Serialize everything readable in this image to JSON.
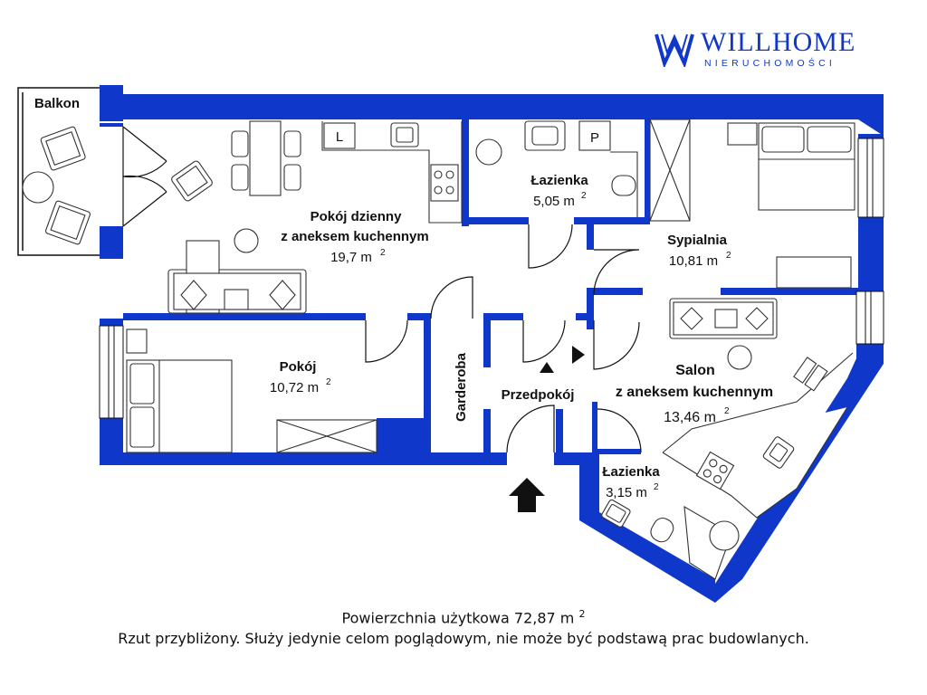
{
  "brand": {
    "name": "WILLHOME",
    "subtitle": "NIERUCHOMOŚCI",
    "color": "#0f37c9"
  },
  "rooms": {
    "balkon": {
      "name": "Balkon"
    },
    "pokoj_dzienny": {
      "name_line1": "Pokój dzienny",
      "name_line2": "z aneksem kuchennym",
      "area": "19,7 m",
      "unit_exp": "2"
    },
    "lazienka1": {
      "name": "Łazienka",
      "area": "5,05 m",
      "unit_exp": "2"
    },
    "sypialnia": {
      "name": "Sypialnia",
      "area": "10,81 m",
      "unit_exp": "2"
    },
    "pokoj": {
      "name": "Pokój",
      "area": "10,72 m",
      "unit_exp": "2"
    },
    "garderoba": {
      "name": "Garderoba"
    },
    "przedpokoj": {
      "name": "Przedpokój"
    },
    "salon": {
      "name_line1": "Salon",
      "name_line2": "z aneksem kuchennym",
      "area": "13,46 m",
      "unit_exp": "2"
    },
    "lazienka2": {
      "name": "Łazienka",
      "area": "3,15 m",
      "unit_exp": "2"
    }
  },
  "markers": {
    "l_label": "L",
    "p_label": "P"
  },
  "footer": {
    "total_label": "Powierzchnia użytkowa  72,87 m",
    "total_exp": "2",
    "disclaimer": "Rzut przybliżony. Służy jedynie celom poglądowym, nie może być podstawą prac budowlanych."
  },
  "colors": {
    "wall": "#0f37c9",
    "furniture": "#333333"
  },
  "icons": [
    "logo-w-icon",
    "entrance-arrow-icon"
  ]
}
